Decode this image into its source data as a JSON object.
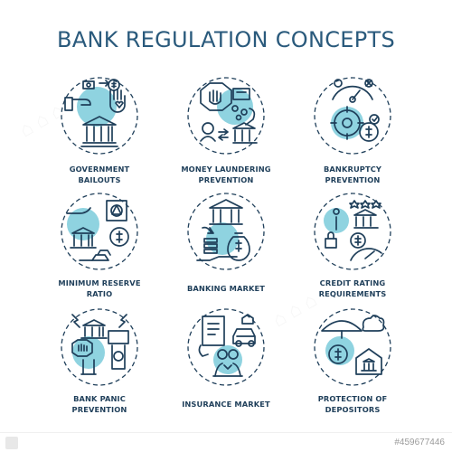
{
  "title": "BANK REGULATION CONCEPTS",
  "colors": {
    "accent": "#8fd3e0",
    "outline": "#1f3f5a",
    "title": "#2a5a7c"
  },
  "icons": [
    {
      "icon": "government-bailouts-icon",
      "label": "GOVERNMENT\nBAILOUTS"
    },
    {
      "icon": "money-laundering-prevention-icon",
      "label": "MONEY LAUNDERING\nPREVENTION"
    },
    {
      "icon": "bankruptcy-prevention-icon",
      "label": "BANKRUPTCY\nPREVENTION"
    },
    {
      "icon": "minimum-reserve-ratio-icon",
      "label": "MINIMUM RESERVE\nRATIO"
    },
    {
      "icon": "banking-market-icon",
      "label": "BANKING MARKET"
    },
    {
      "icon": "credit-rating-requirements-icon",
      "label": "CREDIT RATING\nREQUIREMENTS"
    },
    {
      "icon": "bank-panic-prevention-icon",
      "label": "BANK PANIC\nPREVENTION"
    },
    {
      "icon": "insurance-market-icon",
      "label": "INSURANCE MARKET"
    },
    {
      "icon": "protection-of-depositors-icon",
      "label": "PROTECTION OF\nDEPOSITORS"
    }
  ],
  "stock_id": "#459677446"
}
